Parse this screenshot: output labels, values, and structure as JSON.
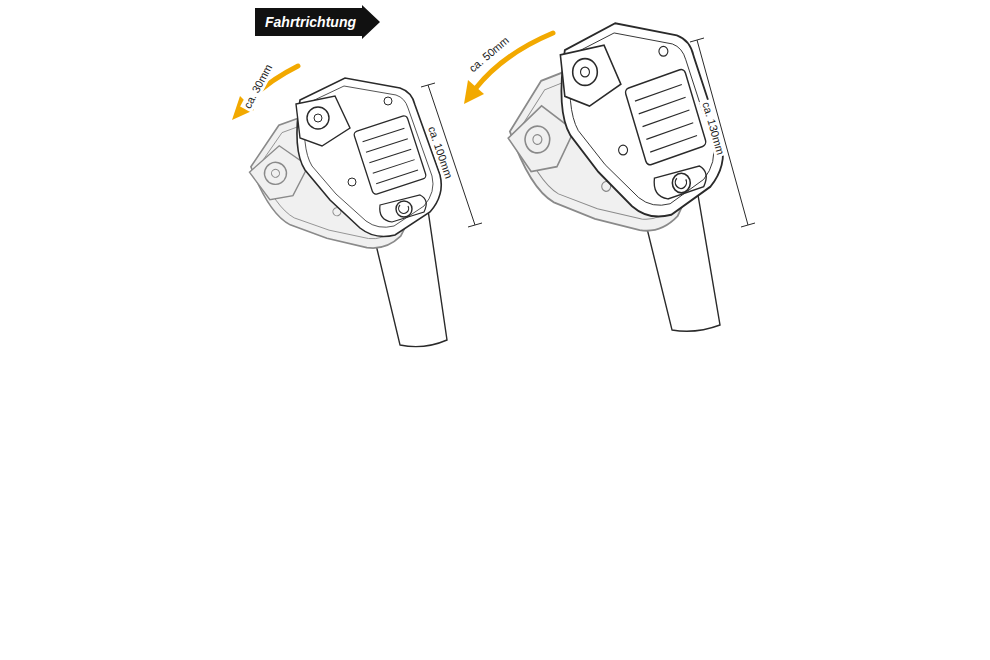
{
  "diagram": {
    "nodes": [
      {
        "text": [
          "Fahrtrichtung"
        ]
      }
    ],
    "labels": [
      "ca. 30mm",
      "ca. 100mm",
      "ca. 50mm",
      "ca. 130mm"
    ]
  }
}
